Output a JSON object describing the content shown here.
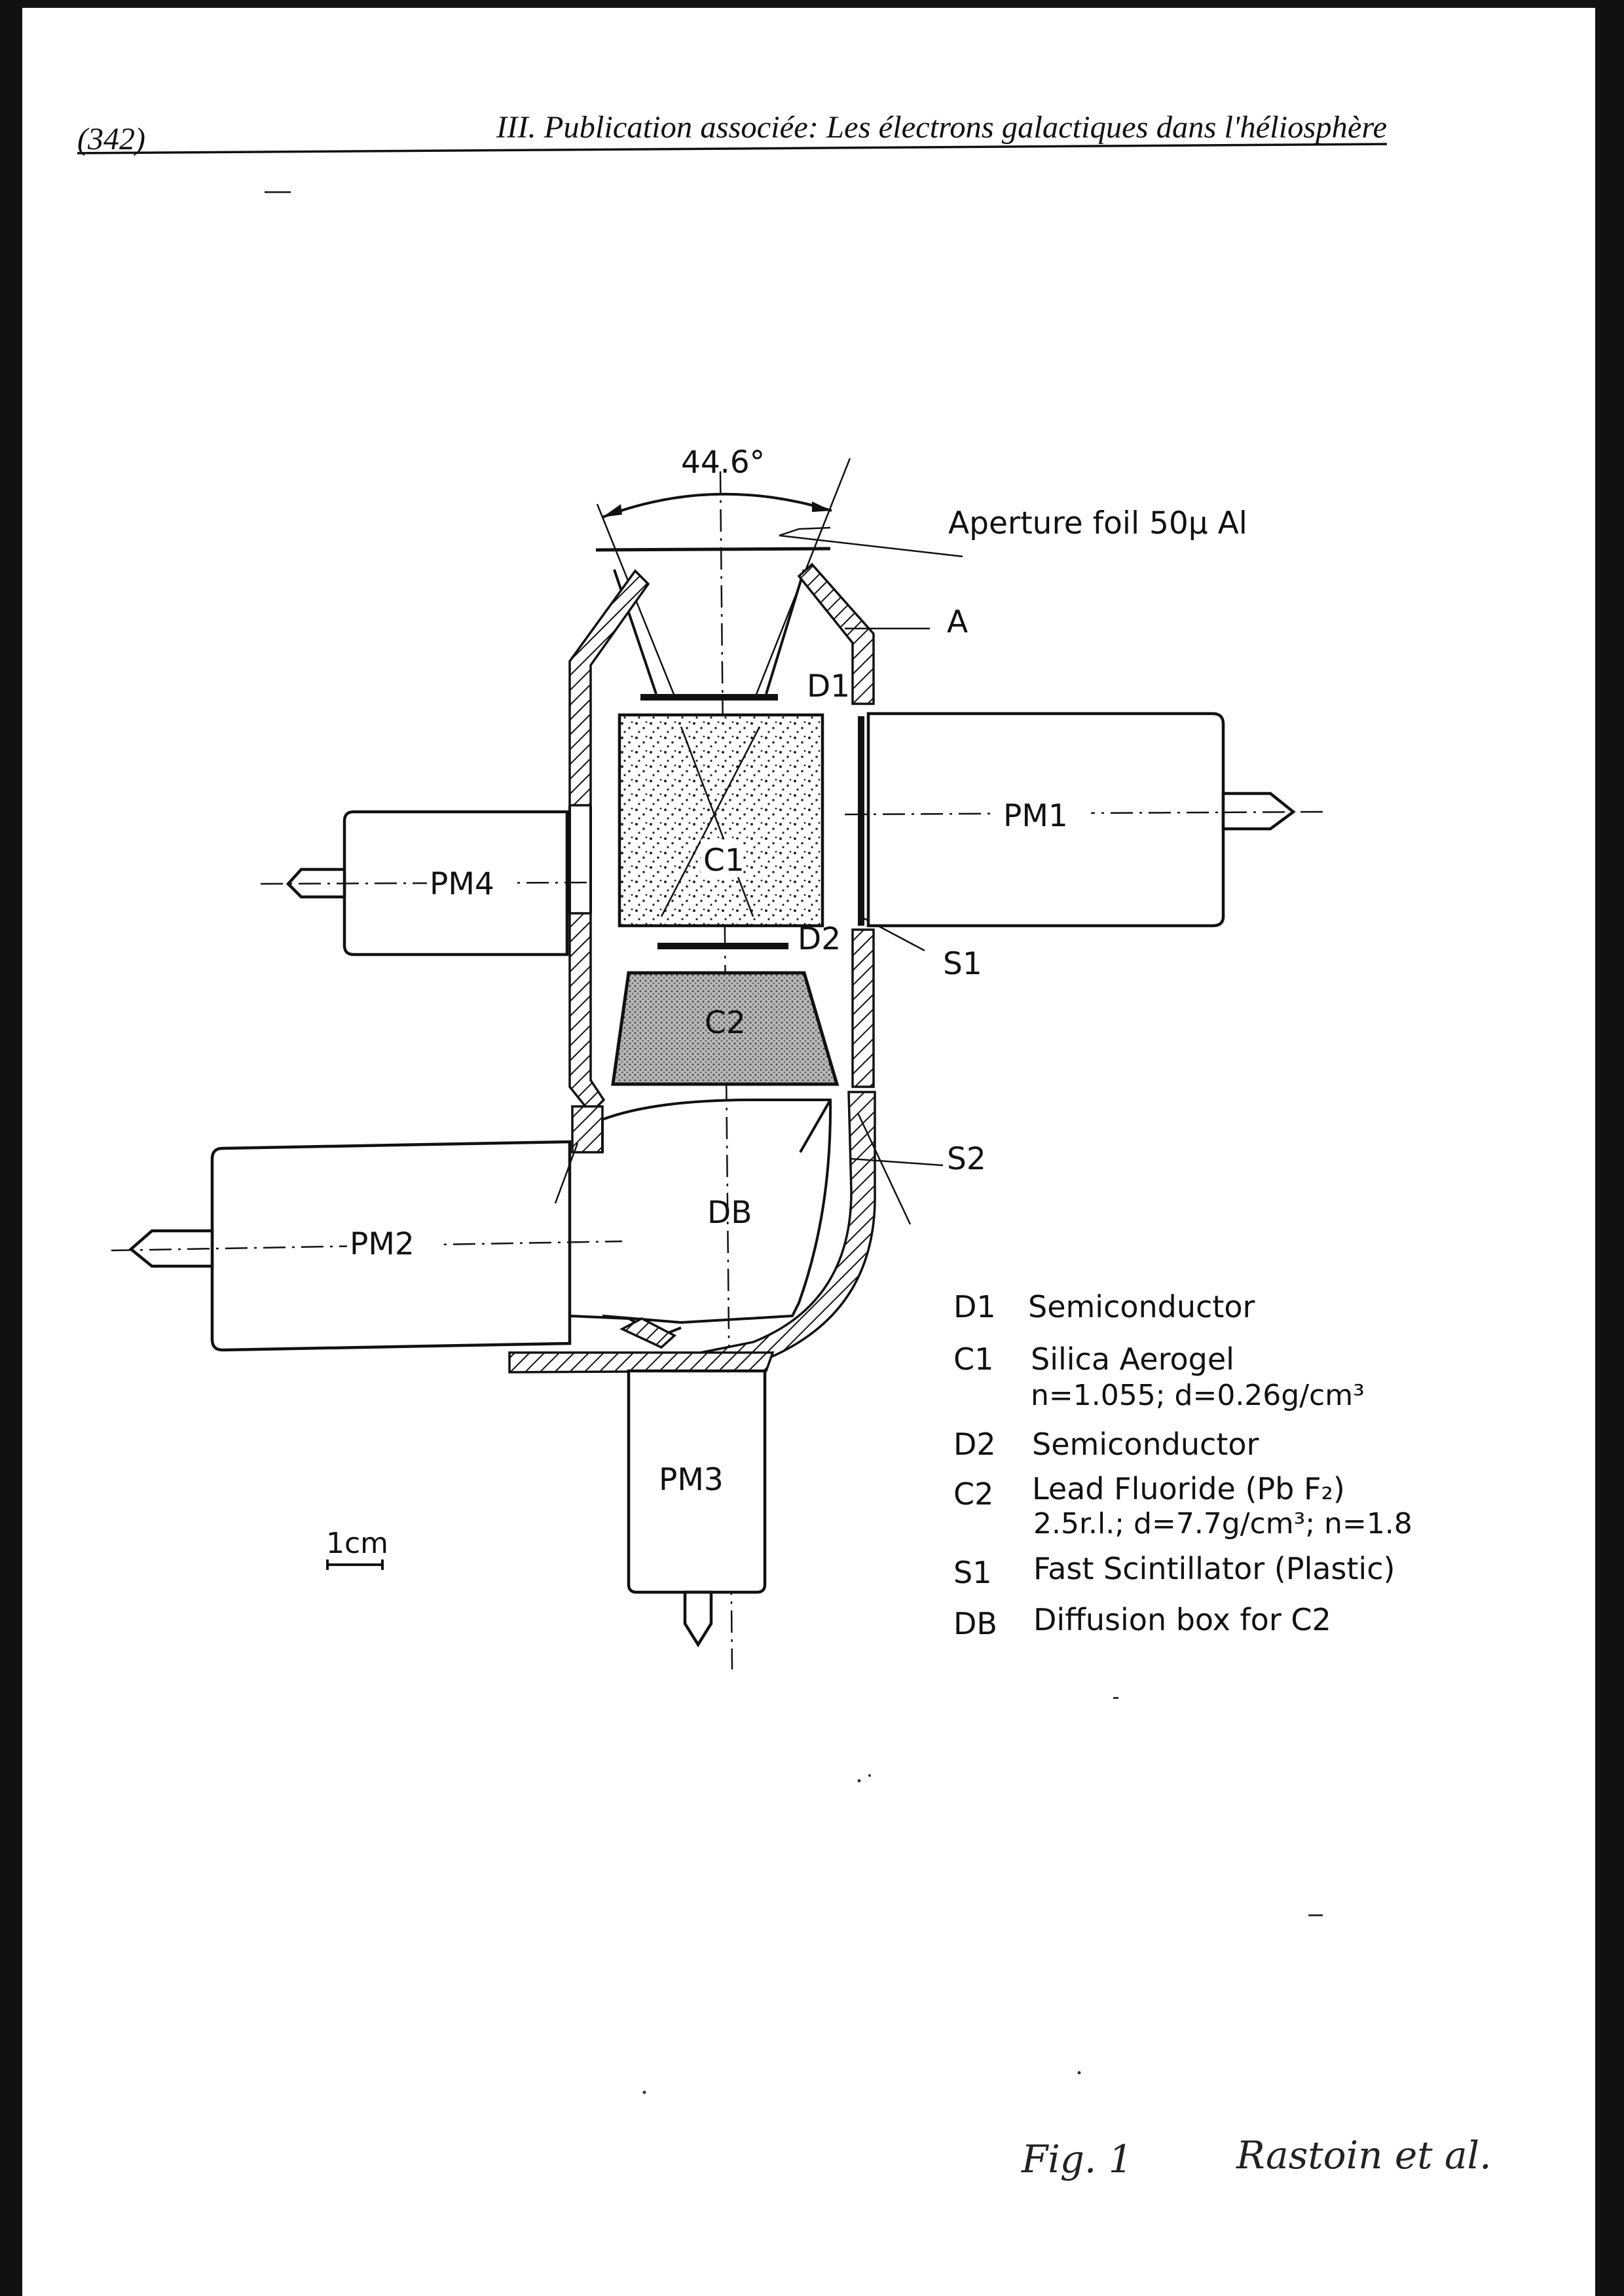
{
  "header": {
    "page_number": "(342)",
    "running_title": "III. Publication associée: Les électrons  galactiques dans l'héliosphère"
  },
  "diagram": {
    "angle_label": "44.6°",
    "aperture_label": "Aperture foil 50µ Al",
    "labels": {
      "A": "A",
      "D1": "D1",
      "C1": "C1",
      "D2": "D2",
      "C2": "C2",
      "S1": "S1",
      "S2": "S2",
      "DB": "DB",
      "PM1": "PM1",
      "PM2": "PM2",
      "PM3": "PM3",
      "PM4": "PM4"
    },
    "scale_label": "1cm"
  },
  "legend": [
    {
      "code": "D1",
      "desc": "Semiconductor",
      "sub": ""
    },
    {
      "code": "C1",
      "desc": "Silica Aerogel",
      "sub": "n=1.055; d=0.26g/cm³"
    },
    {
      "code": "D2",
      "desc": "Semiconductor",
      "sub": ""
    },
    {
      "code": "C2",
      "desc": "Lead Fluoride (Pb F₂)",
      "sub": "2.5r.l.; d=7.7g/cm³; n=1.8"
    },
    {
      "code": "S1",
      "desc": "Fast Scintillator (Plastic)",
      "sub": ""
    },
    {
      "code": "DB",
      "desc": "Diffusion box for C2",
      "sub": ""
    }
  ],
  "caption": {
    "fig": "Fig. 1",
    "authors": "Rastoin  et al."
  }
}
